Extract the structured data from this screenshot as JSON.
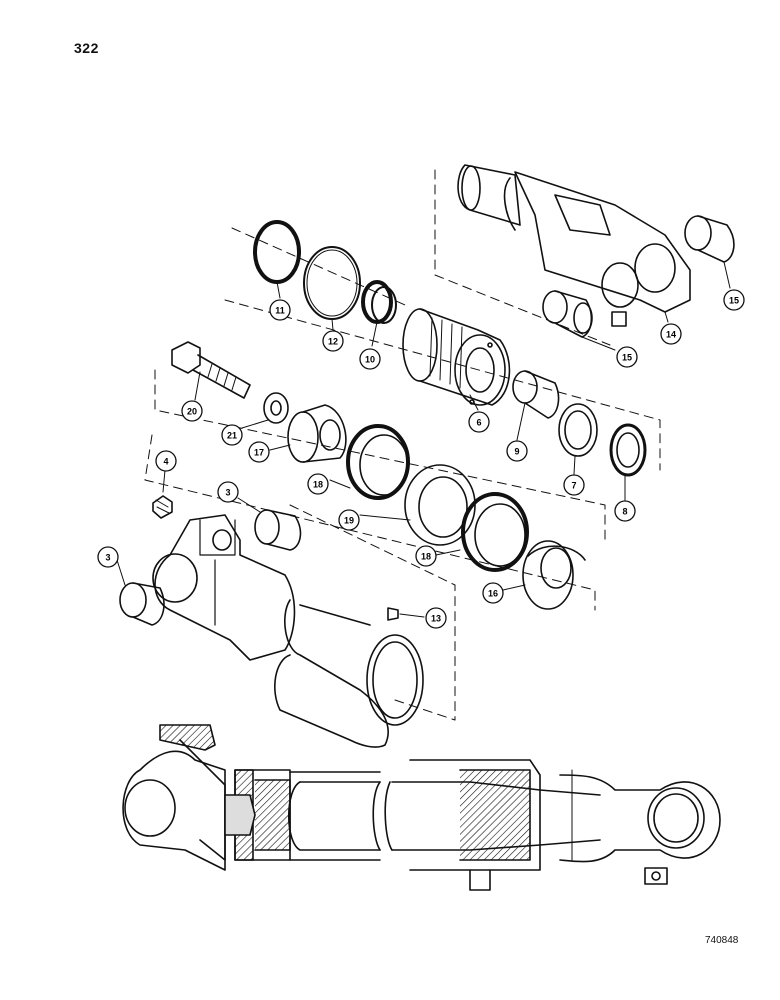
{
  "page_number": "322",
  "figure_code": "740848",
  "callouts": [
    {
      "part": "11",
      "label": "11"
    },
    {
      "part": "12",
      "label": "12"
    },
    {
      "part": "10",
      "label": "10"
    },
    {
      "part": "6",
      "label": "6"
    },
    {
      "part": "14",
      "label": "14"
    },
    {
      "part": "15a",
      "label": "15"
    },
    {
      "part": "15b",
      "label": "15"
    },
    {
      "part": "20",
      "label": "20"
    },
    {
      "part": "21",
      "label": "21"
    },
    {
      "part": "17",
      "label": "17"
    },
    {
      "part": "9",
      "label": "9"
    },
    {
      "part": "7",
      "label": "7"
    },
    {
      "part": "8",
      "label": "8"
    },
    {
      "part": "4",
      "label": "4"
    },
    {
      "part": "3a",
      "label": "3"
    },
    {
      "part": "18a",
      "label": "18"
    },
    {
      "part": "19",
      "label": "19"
    },
    {
      "part": "18b",
      "label": "18"
    },
    {
      "part": "3b",
      "label": "3"
    },
    {
      "part": "16",
      "label": "16"
    },
    {
      "part": "13",
      "label": "13"
    }
  ]
}
